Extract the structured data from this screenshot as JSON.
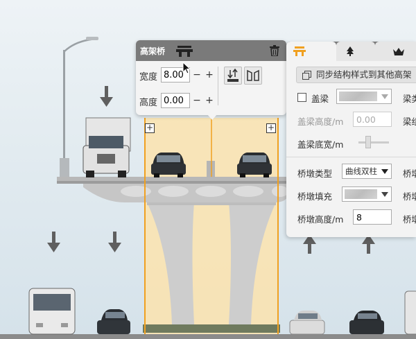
{
  "popup": {
    "title": "高架桥",
    "width_label": "宽度",
    "width_value": "8.00",
    "height_label": "高度",
    "height_value": "0.00",
    "minus": "−",
    "plus": "+"
  },
  "panel": {
    "sync_label": "同步结构样式到其他高架",
    "cap_beam_label": "盖梁",
    "beam_type_label": "梁类",
    "cap_beam_height_label": "盖梁高度/m",
    "cap_beam_height_value": "0.00",
    "beam_group_label": "梁组",
    "cap_beam_width_label": "盖梁底宽/m",
    "pier_type_label": "桥墩类型",
    "pier_type_value": "曲线双柱",
    "pier_right_label": "桥墩",
    "pier_fill_label": "桥墩填充",
    "pier_right2_label": "桥墩",
    "pier_height_label": "桥墩高度/m",
    "pier_height_value": "8",
    "pier_right3_label": "桥墩"
  },
  "colors": {
    "accent_orange": "#f0a020",
    "highlight_fill": "#fbe3ae",
    "header_gray": "#7a7a7a"
  },
  "icons": [
    "bridge-icon",
    "trash-icon",
    "tree-icon",
    "crown-icon",
    "copy-icon",
    "align-bottom-icon",
    "mirror-icon",
    "add-icon",
    "down-arrow-icon",
    "up-arrow-icon"
  ]
}
